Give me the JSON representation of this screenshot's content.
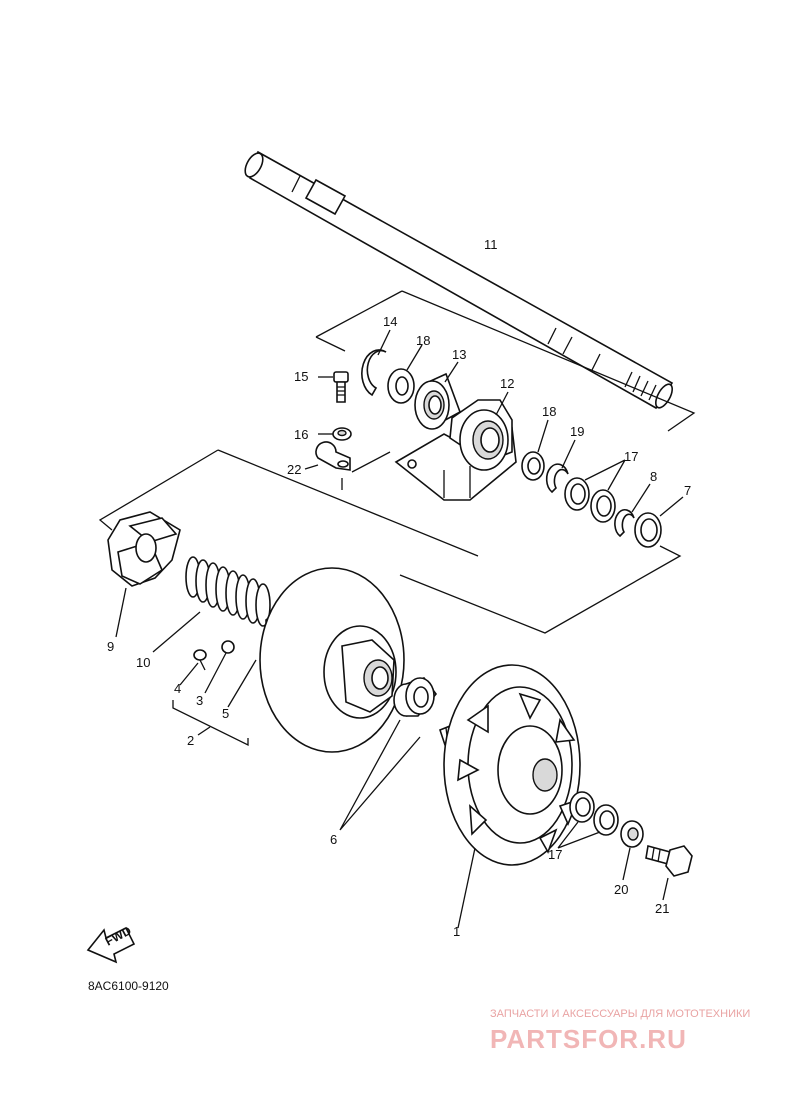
{
  "diagram": {
    "code": "8AC6100-9120",
    "fwd_label": "FWD",
    "callouts": {
      "p1": "1",
      "p2": "2",
      "p3": "3",
      "p4": "4",
      "p5": "5",
      "p6": "6",
      "p7": "7",
      "p8": "8",
      "p9": "9",
      "p10": "10",
      "p11": "11",
      "p12": "12",
      "p13": "13",
      "p14": "14",
      "p15": "15",
      "p16": "16",
      "p17a": "17",
      "p17b": "17",
      "p18a": "18",
      "p18b": "18",
      "p19": "19",
      "p20": "20",
      "p21": "21",
      "p22": "22"
    }
  },
  "watermark": {
    "line1": "ЗАПЧАСТИ И АКСЕССУАРЫ ДЛЯ МОТОТЕХНИКИ",
    "line2": "PARTSFOR.RU"
  }
}
